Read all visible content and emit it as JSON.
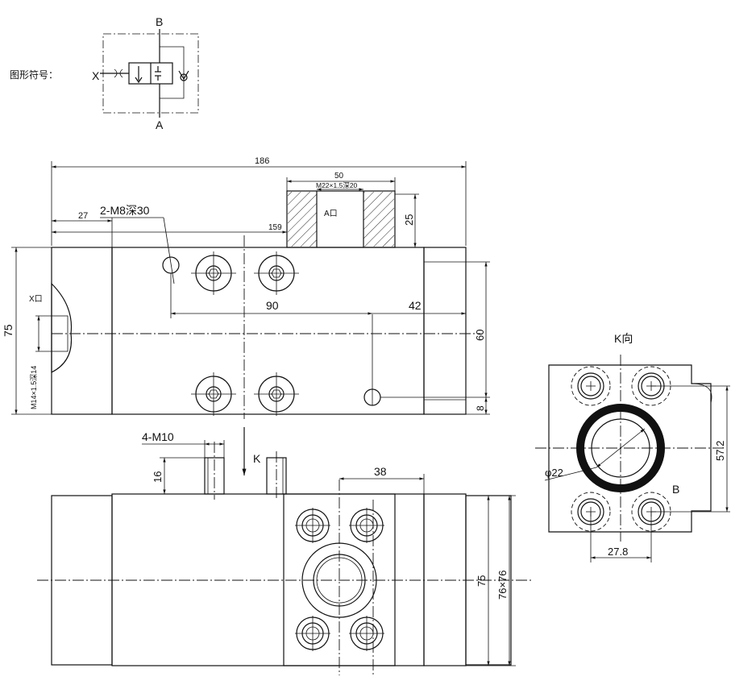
{
  "symbol": {
    "label": "图形符号：",
    "port_b": "B",
    "port_a": "A",
    "port_x": "X"
  },
  "front_view": {
    "overall_length": "186",
    "port_width": "50",
    "port_a_thread": "M22×1.5深20",
    "port_a_label": "A口",
    "port_depth": "25",
    "left_offset": "27",
    "mount_holes": "2-M8深30",
    "holes_offset": "159",
    "hole_spacing": "90",
    "right_offset": "42",
    "height": "75",
    "port_x_label": "X口",
    "port_x_thread": "M14×1.5深14",
    "height_60": "60",
    "height_8": "8"
  },
  "bottom_view": {
    "bolts": "4-M10",
    "bolt_height": "16",
    "view_arrow": "K",
    "width_38": "38",
    "height_75": "75",
    "size_76": "76×76"
  },
  "k_view": {
    "title": "K向",
    "diameter": "φ22",
    "dim_57": "57.2",
    "dim_27": "27.8",
    "port_b": "B"
  }
}
